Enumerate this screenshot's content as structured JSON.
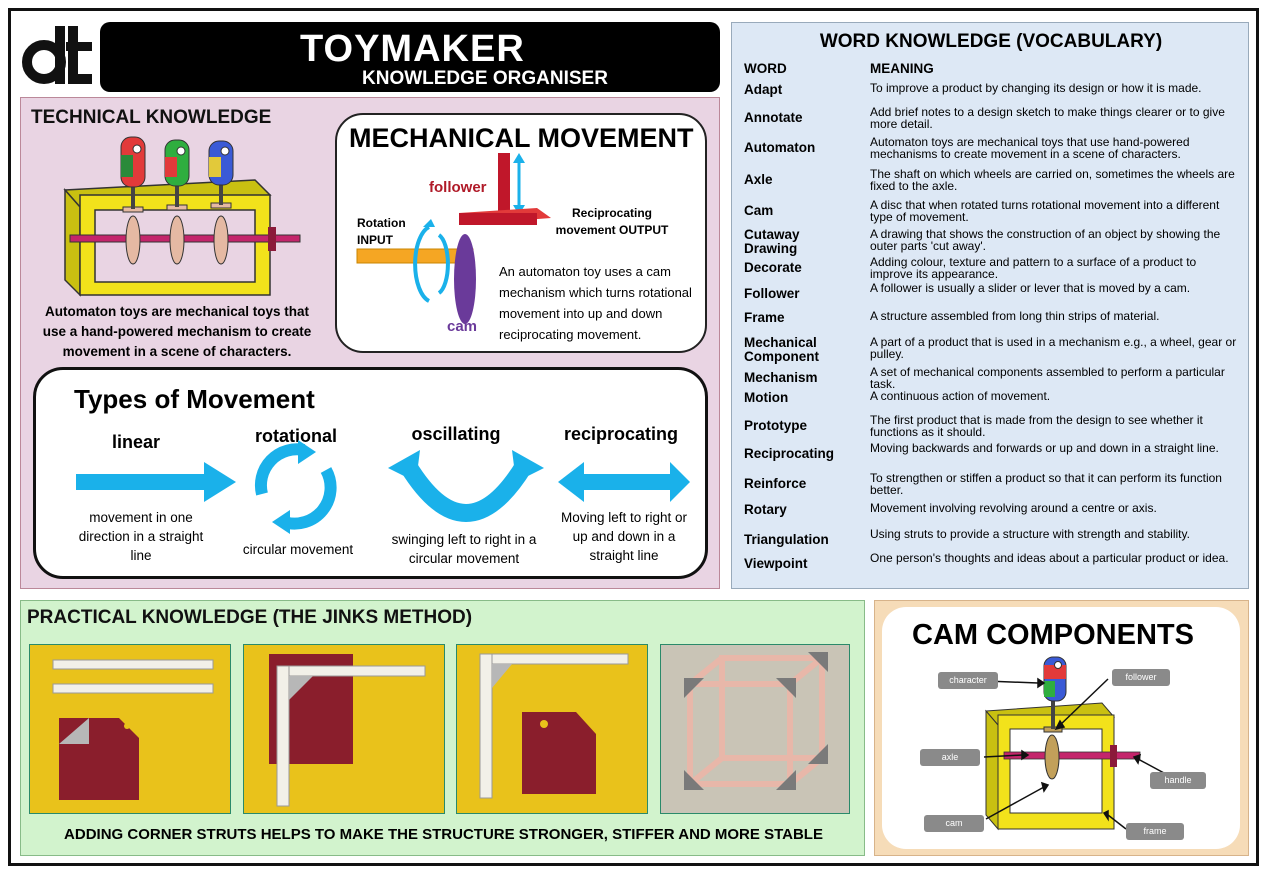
{
  "header": {
    "logo_text": "dt",
    "title": "TOYMAKER",
    "subtitle": "KNOWLEDGE ORGANISER"
  },
  "technical": {
    "heading": "TECHNICAL KNOWLEDGE",
    "caption": "Automaton toys are mechanical toys that use a hand-powered mechanism to create movement in a scene of characters.",
    "mechanical": {
      "title": "MECHANICAL MOVEMENT",
      "follower": "follower",
      "rotation_input": "Rotation INPUT",
      "output": "Reciprocating movement OUTPUT",
      "cam": "cam",
      "description": "An automaton toy uses a cam mechanism which turns rotational movement into up and down reciprocating movement."
    },
    "types": {
      "title": "Types of Movement",
      "items": [
        {
          "label": "linear",
          "desc": "movement in one direction in a straight line"
        },
        {
          "label": "rotational",
          "desc": "circular movement"
        },
        {
          "label": "oscillating",
          "desc": "swinging left to right in a circular movement"
        },
        {
          "label": "reciprocating",
          "desc": "Moving left to right or up and down in a straight line"
        }
      ]
    }
  },
  "vocabulary": {
    "title": "WORD KNOWLEDGE (VOCABULARY)",
    "col_word": "WORD",
    "col_meaning": "MEANING",
    "rows": [
      {
        "word": "Adapt",
        "meaning": "To improve a product by changing its design or how it is made."
      },
      {
        "word": "Annotate",
        "meaning": "Add brief notes to a design sketch to make things clearer or to give more detail."
      },
      {
        "word": "Automaton",
        "meaning": "Automaton toys are mechanical toys that use hand-powered mechanisms to create movement in a scene of characters."
      },
      {
        "word": "Axle",
        "meaning": "The shaft on which wheels are carried on, sometimes the wheels are fixed to the axle."
      },
      {
        "word": "Cam",
        "meaning": "A disc that when rotated turns rotational movement into a different type of movement."
      },
      {
        "word": "Cutaway Drawing",
        "meaning": "A drawing that shows the construction of an object by showing the outer parts 'cut away'."
      },
      {
        "word": "Decorate",
        "meaning": "Adding colour, texture and pattern to a surface of a product to improve its appearance."
      },
      {
        "word": "Follower",
        "meaning": "A follower is usually a slider or lever that is moved by a cam."
      },
      {
        "word": "Frame",
        "meaning": "A structure assembled from long thin strips of material."
      },
      {
        "word": "Mechanical Component",
        "meaning": "A part of a product that is used in a mechanism e.g., a wheel, gear or pulley."
      },
      {
        "word": "Mechanism",
        "meaning": "A set of mechanical components assembled to perform a particular task."
      },
      {
        "word": "Motion",
        "meaning": "A continuous action of movement."
      },
      {
        "word": "Prototype",
        "meaning": "The first product that is made from the design to see whether it functions as it should."
      },
      {
        "word": "Reciprocating",
        "meaning": "Moving backwards and forwards or up and down in a straight line."
      },
      {
        "word": "Reinforce",
        "meaning": "To strengthen or stiffen a product so that it can perform its function better."
      },
      {
        "word": "Rotary",
        "meaning": "Movement involving revolving around a centre or axis."
      },
      {
        "word": "Triangulation",
        "meaning": "Using struts to provide a structure with strength and stability."
      },
      {
        "word": "Viewpoint",
        "meaning": "One person's thoughts and ideas about a particular product or idea."
      }
    ]
  },
  "practical": {
    "heading": "PRACTICAL KNOWLEDGE (THE JINKS METHOD)",
    "caption": "ADDING CORNER STRUTS HELPS TO MAKE THE STRUCTURE STRONGER, STIFFER AND MORE STABLE"
  },
  "cam_components": {
    "title": "CAM COMPONENTS",
    "labels": {
      "character": "character",
      "follower": "follower",
      "axle": "axle",
      "handle": "handle",
      "cam": "cam",
      "frame": "frame"
    }
  },
  "colors": {
    "yellow": "#f2e21b",
    "blue_arrow": "#1ab1ea",
    "cam_purple": "#6a3a9a",
    "follower_red": "#c0172a",
    "axle_orange": "#f5a623"
  }
}
